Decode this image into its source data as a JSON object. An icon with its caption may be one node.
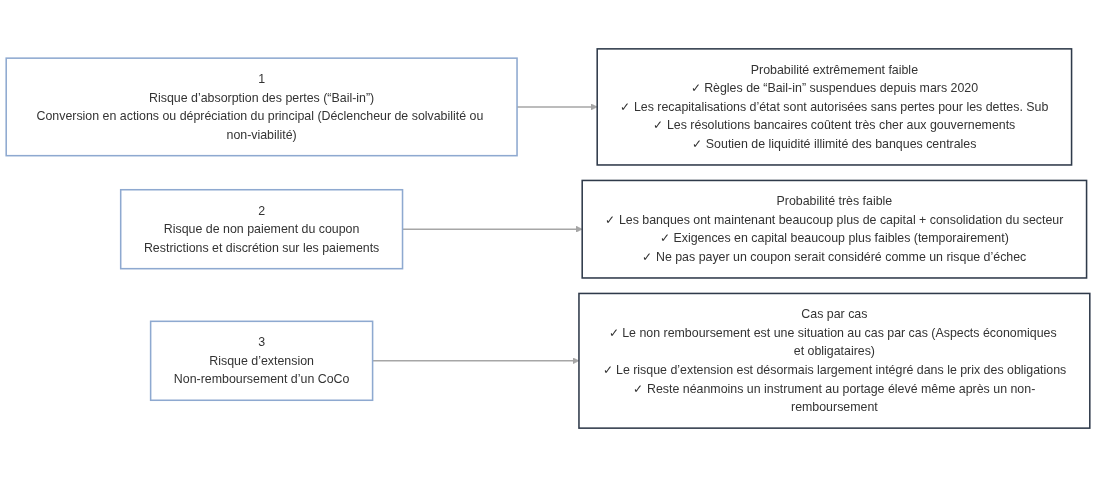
{
  "diagram": {
    "nodes": [
      {
        "text": [
          "1",
          "Risque d’absorption des pertes (“Bail-in”)",
          "Conversion en actions ou dépréciation du principal (Déclencheur de solvabilité ou non-viabilité)"
        ]
      },
      {
        "text": [
          "2",
          "Risque de non paiement du coupon",
          "Restrictions et discrétion sur les paiements"
        ]
      },
      {
        "text": [
          "3",
          "Risque d’extension",
          "Non-remboursement d’un CoCo"
        ]
      },
      {
        "text": [
          "Probabilité extrêmement faible",
          "✓ Règles de “Bail-in” suspendues depuis mars 2020",
          "✓ Les recapitalisations d’état sont autorisées sans pertes pour les dettes. Sub",
          "✓ Les résolutions bancaires coûtent très cher aux gouvernements",
          "✓ Soutien de liquidité illimité des banques centrales"
        ]
      },
      {
        "text": [
          "Probabilité très faible",
          "✓ Les banques ont maintenant beaucoup plus de capital + consolidation du secteur",
          "✓ Exigences en capital beaucoup plus faibles (temporairement)",
          "✓ Ne pas payer un coupon serait considéré comme un risque d’échec"
        ]
      },
      {
        "text": [
          "Cas par cas",
          "✓ Le non remboursement est une situation au cas par cas (Aspects économiques et obligataires)",
          "✓ Le risque d’extension est désormais largement intégré dans le prix des obligations",
          "✓ Reste néanmoins un instrument au portage élevé même après un non-remboursement"
        ]
      }
    ],
    "edges": [
      {
        "from": 0,
        "to": 3,
        "arrow": "to"
      },
      {
        "from": 1,
        "to": 4,
        "arrow": "to"
      },
      {
        "from": 2,
        "to": 5,
        "arrow": "to"
      }
    ]
  }
}
